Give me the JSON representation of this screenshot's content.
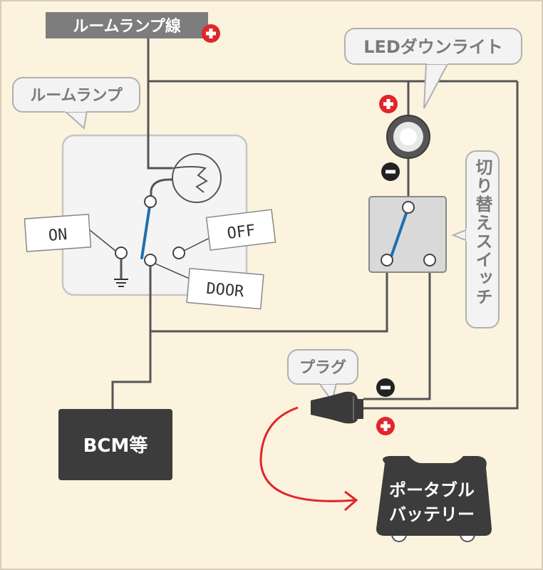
{
  "colors": {
    "background": "#fcf3de",
    "wire": "#555555",
    "switch_lever": "#1f6fb0",
    "plus_marker": "#e0262b",
    "minus_marker": "#222222",
    "dark_box": "#3c3c3c",
    "callout_fill": "#f3f3f3",
    "callout_border": "#b0b0b0",
    "arrow": "#e0262b"
  },
  "labels": {
    "room_lamp_wire": "ルームランプ線",
    "led_downlight": "LEDダウンライト",
    "room_lamp": "ルームランプ",
    "switch": "切り替えスイッチ",
    "plug": "プラグ",
    "on": "ON",
    "off": "OFF",
    "door": "DOOR",
    "bcm": "BCM等",
    "battery_line1": "ポータブル",
    "battery_line2": "バッテリー"
  },
  "icons": [
    "plus-icon",
    "minus-icon",
    "ground-icon",
    "bulb-icon",
    "plug-icon"
  ]
}
